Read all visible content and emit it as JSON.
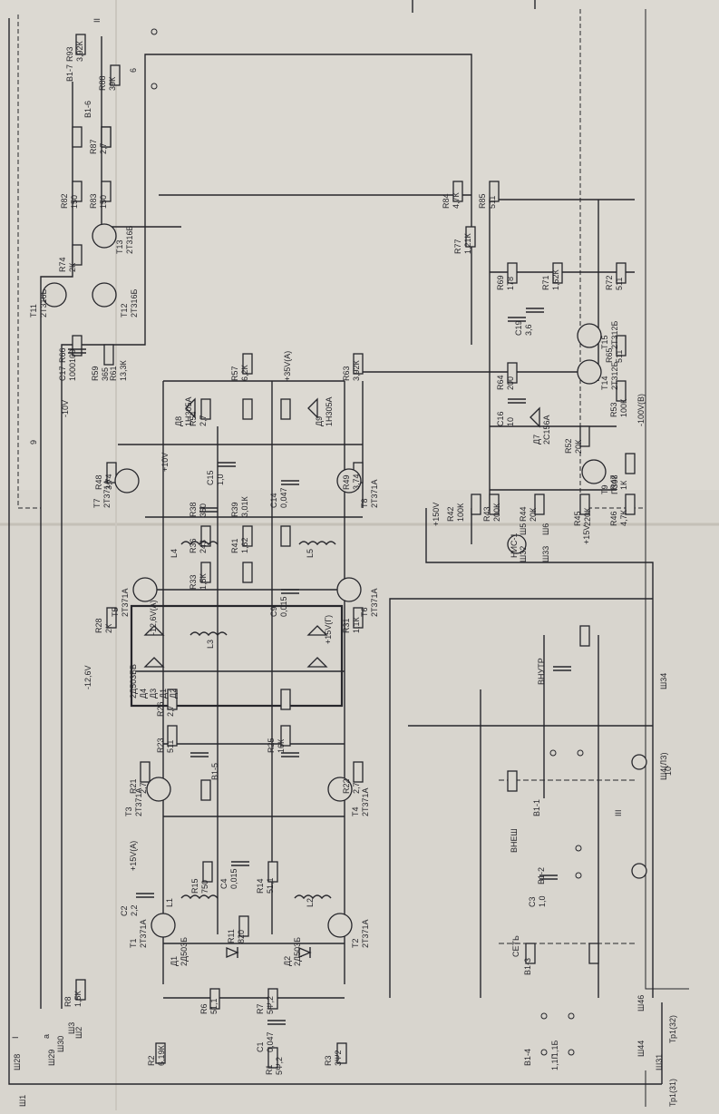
{
  "sheet_marks": {
    "corner": "а",
    "top_right": "6",
    "panel_I": "I",
    "panel_II": "II",
    "panel_III": "III",
    "sub_10": "10",
    "sub_9": "9"
  },
  "supply": {
    "p150": "+150V",
    "p15": "+15V",
    "p15a": "+15V(A)",
    "p10": "+10V",
    "m10": "-10V",
    "m12_6": "-12,6V",
    "m12_6a": "-12,6V(A)",
    "p15b": "+15V(Г)",
    "p35": "+35V(A)",
    "m100": "-100V(B)"
  },
  "components": {
    "r1": [
      "R1",
      "5Ψ,2"
    ],
    "r2": [
      "R2",
      "6,19К"
    ],
    "r3": [
      "R3",
      "3Ψ2"
    ],
    "r6": [
      "R6",
      "51,1"
    ],
    "r7": [
      "R7",
      "5Ψ,2"
    ],
    "r8": [
      "R8",
      "1,5К"
    ],
    "r11": [
      "R11",
      "820"
    ],
    "r14": [
      "R14",
      "51,1"
    ],
    "r15": [
      "R15",
      "750"
    ],
    "r21": [
      "R21",
      "2,7"
    ],
    "r22": [
      "R22",
      "2,7"
    ],
    "r23": [
      "R23",
      "511"
    ],
    "r25": [
      "R25",
      "16К"
    ],
    "r26": [
      "R26",
      "2,7"
    ],
    "r28": [
      "R28",
      "2К"
    ],
    "r31": [
      "R31",
      "1,1К"
    ],
    "r33": [
      "R33",
      "1,5К"
    ],
    "r36": [
      "R36",
      "243"
    ],
    "r38": [
      "R38",
      "360"
    ],
    "r39": [
      "R39",
      "3,01К"
    ],
    "r41": [
      "R41",
      "1,62"
    ],
    "r42": [
      "R42",
      "100К"
    ],
    "r43": [
      "R43",
      "200К"
    ],
    "r44": [
      "R44",
      "20К"
    ],
    "r45": [
      "R45",
      "220К"
    ],
    "r46": [
      "R46",
      "4,7К"
    ],
    "r47": [
      "R47",
      "1К"
    ],
    "r48": [
      "R48",
      "3,74"
    ],
    "r49": [
      "R49",
      "3,74"
    ],
    "r52": [
      "R52",
      "20К"
    ],
    "r53": [
      "R53",
      "100К"
    ],
    "r54": [
      "R54",
      "2,7"
    ],
    "r57": [
      "R57",
      "6,2К"
    ],
    "r59": [
      "R59",
      "365"
    ],
    "r61": [
      "R61",
      "13,3К"
    ],
    "r63": [
      "R63",
      "3,92К"
    ],
    "r64": [
      "R64",
      "200"
    ],
    "r65": [
      "R65",
      "511"
    ],
    "r66": [
      "R66",
      "100"
    ],
    "r69": [
      "R69",
      "178"
    ],
    "r71": [
      "R71",
      "1,62К"
    ],
    "r72": [
      "R72",
      "511"
    ],
    "r74": [
      "R74",
      "2К"
    ],
    "r77": [
      "R77",
      "1,21К"
    ],
    "r82": [
      "R82",
      "150"
    ],
    "r83": [
      "R83",
      "150"
    ],
    "r84": [
      "R84",
      "4,7К"
    ],
    "r85": [
      "R85",
      "511"
    ],
    "r87": [
      "R87",
      "2,7"
    ],
    "r88": [
      "R88",
      "39К"
    ],
    "r93": [
      "R93",
      "3,92К"
    ],
    "c1": [
      "C1",
      "0,047"
    ],
    "c2": [
      "C2",
      "2,2"
    ],
    "c3": [
      "C3",
      "1,0"
    ],
    "c4": [
      "C4",
      "0,015"
    ],
    "c9": [
      "C9",
      "0,015"
    ],
    "c14": [
      "C14",
      "0,047"
    ],
    "c15": [
      "C15",
      "1,0"
    ],
    "c16": [
      "C16",
      "10"
    ],
    "c17": [
      "C17",
      "1000"
    ],
    "c19": [
      "C19",
      "3,6"
    ],
    "t1": [
      "T1",
      "2Т371А"
    ],
    "t2": [
      "T2",
      "2Т371А"
    ],
    "t3": [
      "T3",
      "2Т371А"
    ],
    "t4": [
      "T4",
      "2Т371А"
    ],
    "t5": [
      "T5",
      "2Т371А"
    ],
    "t6": [
      "T6",
      "2Т371А"
    ],
    "t7": [
      "T7",
      "2Т371А"
    ],
    "t8": [
      "T8",
      "2Т371А"
    ],
    "t9": [
      "T9",
      "П308"
    ],
    "t11": [
      "T11",
      "2Т316Б"
    ],
    "t12": [
      "T12",
      "2Т316Б"
    ],
    "t13": [
      "T13",
      "2Т316Б"
    ],
    "t14": [
      "T14",
      "2Т312Б"
    ],
    "t15": [
      "T15",
      "2Т312Б"
    ],
    "d1": [
      "Д1",
      "2Д503Б"
    ],
    "d2": [
      "Д2",
      "2Д503Б"
    ],
    "d7": [
      "Д7",
      "2С156А"
    ],
    "d8": [
      "Д8",
      "1Н305А"
    ],
    "d9": [
      "Д9",
      "1Н305А"
    ],
    "dbox": [
      "2Д503БВ",
      "Д4",
      "Д3",
      "Д1",
      "Д2"
    ],
    "l1": "L1",
    "l2": "L2",
    "l3": "L3",
    "l4": "L4",
    "l5": "L5",
    "b1_1": "B1-1",
    "b1_2": "B1-2",
    "b1_3": "B1-3",
    "b1_4": "B1-4",
    "b1_5": "B1-5",
    "b1_6": "B1-6",
    "b1_7": "B1-7",
    "sw_vnesh": "ВНЕШ",
    "sw_vnutr": "ВНУТР",
    "sw_set": "СЕТЬ"
  },
  "connectors": {
    "sh1": "Ш1",
    "sh2": "Ш2",
    "sh3": "Ш3",
    "sh28": "Ш28",
    "sh29": "Ш29",
    "sh30": "Ш30",
    "sh31": "Ш31",
    "sh32": "Ш32",
    "sh33": "Ш33",
    "sh34": "Ш34",
    "sh44": "Ш44",
    "sh46": "Ш46",
    "sh5": "Ш5",
    "sh6": "Ш6",
    "shi": "Ш4(ЛЗ)",
    "tp": "Тр1(31)",
    "tp2": "Тр1(32)",
    "n2": "НИС-1",
    "range1": "1,1Г",
    "range2": "1,1Б"
  }
}
